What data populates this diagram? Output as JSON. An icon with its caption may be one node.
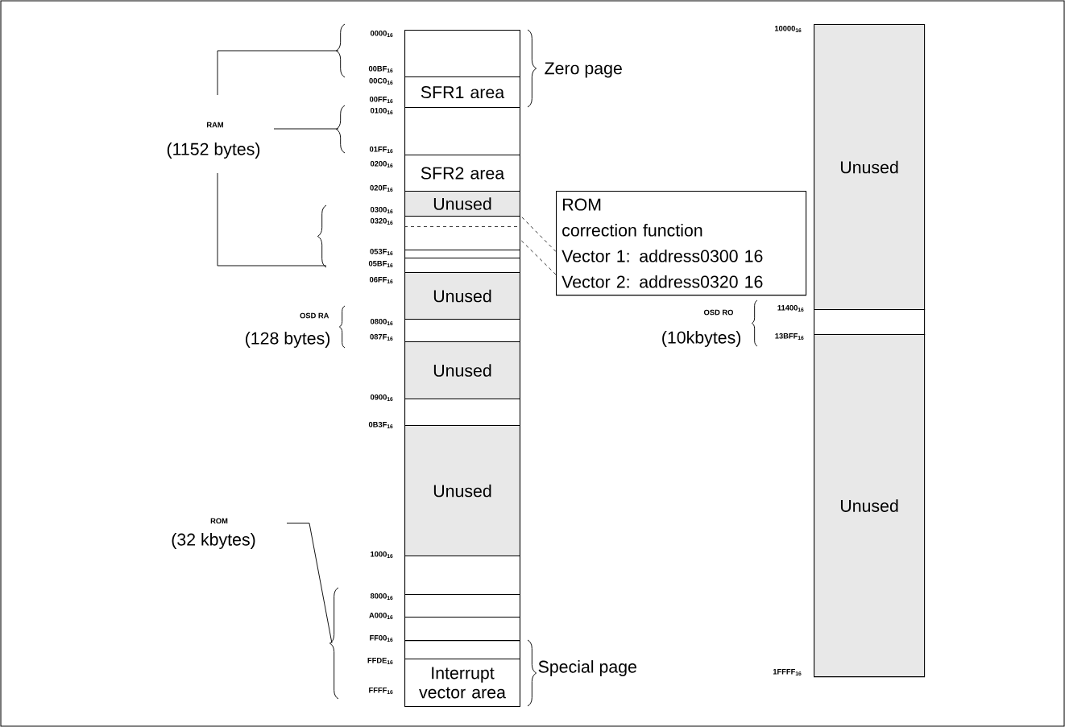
{
  "diagram": {
    "nodes": [
      {
        "text": [],
        "shape": "box"
      },
      {
        "text": [
          "SFR1 area"
        ]
      },
      {
        "text": [],
        "shape": "box"
      },
      {
        "text": [
          "SFR2 area"
        ]
      },
      {
        "text": [
          "Unused"
        ]
      },
      {
        "text": [],
        "shape": "box"
      },
      {
        "text": [],
        "shape": "box"
      },
      {
        "text": [],
        "shape": "box"
      },
      {
        "text": [
          "Unused"
        ]
      },
      {
        "text": [],
        "shape": "box"
      },
      {
        "text": [
          "Unused"
        ]
      },
      {
        "text": [],
        "shape": "box"
      },
      {
        "text": [
          "Unused"
        ]
      },
      {
        "text": [],
        "shape": "box"
      },
      {
        "text": [],
        "shape": "box"
      },
      {
        "text": [],
        "shape": "box"
      },
      {
        "text": [],
        "shape": "box"
      },
      {
        "text": [
          "Interrupt vector area"
        ]
      },
      {
        "text": [
          "ROM",
          "correction function",
          "Vector 1: address0300 16",
          "Vector 2: address0320 16"
        ]
      },
      {
        "text": [
          "Unused"
        ]
      },
      {
        "text": [],
        "shape": "box"
      },
      {
        "text": [
          "Unused"
        ]
      }
    ],
    "edges": [
      {
        "from": 18,
        "to": 5,
        "arrow": "none",
        "style": "dashed"
      },
      {
        "from": 18,
        "to": 5,
        "arrow": "none",
        "style": "dashed"
      }
    ],
    "labels": [
      "0000$_{16}$",
      "00BF$_{16}$",
      "00C0$_{16}$",
      "00FF$_{16}$",
      "0100$_{16}$",
      "01FF$_{16}$",
      "0200$_{16}$",
      "020F$_{16}$",
      "0300$_{16}$",
      "0320$_{16}$",
      "053F$_{16}$",
      "05BF$_{16}$",
      "06FF$_{16}$",
      "0800$_{16}$",
      "087F$_{16}$",
      "0900$_{16}$",
      "0B3F$_{16}$",
      "1000$_{16}$",
      "8000$_{16}$",
      "A000$_{16}$",
      "FF00$_{16}$",
      "FFDE$_{16}$",
      "FFFF$_{16}$",
      "Zero page",
      "Special page",
      "RAM",
      "(1152 bytes)",
      "OSD RA",
      "(128 bytes)",
      "ROM",
      "(32 kbytes)",
      "10000$_{16}$",
      "OSD RO",
      "(10kbytes)",
      "11400$_{16}$",
      "13BFF$_{16}$",
      "1FFFF$_{16}$"
    ]
  }
}
